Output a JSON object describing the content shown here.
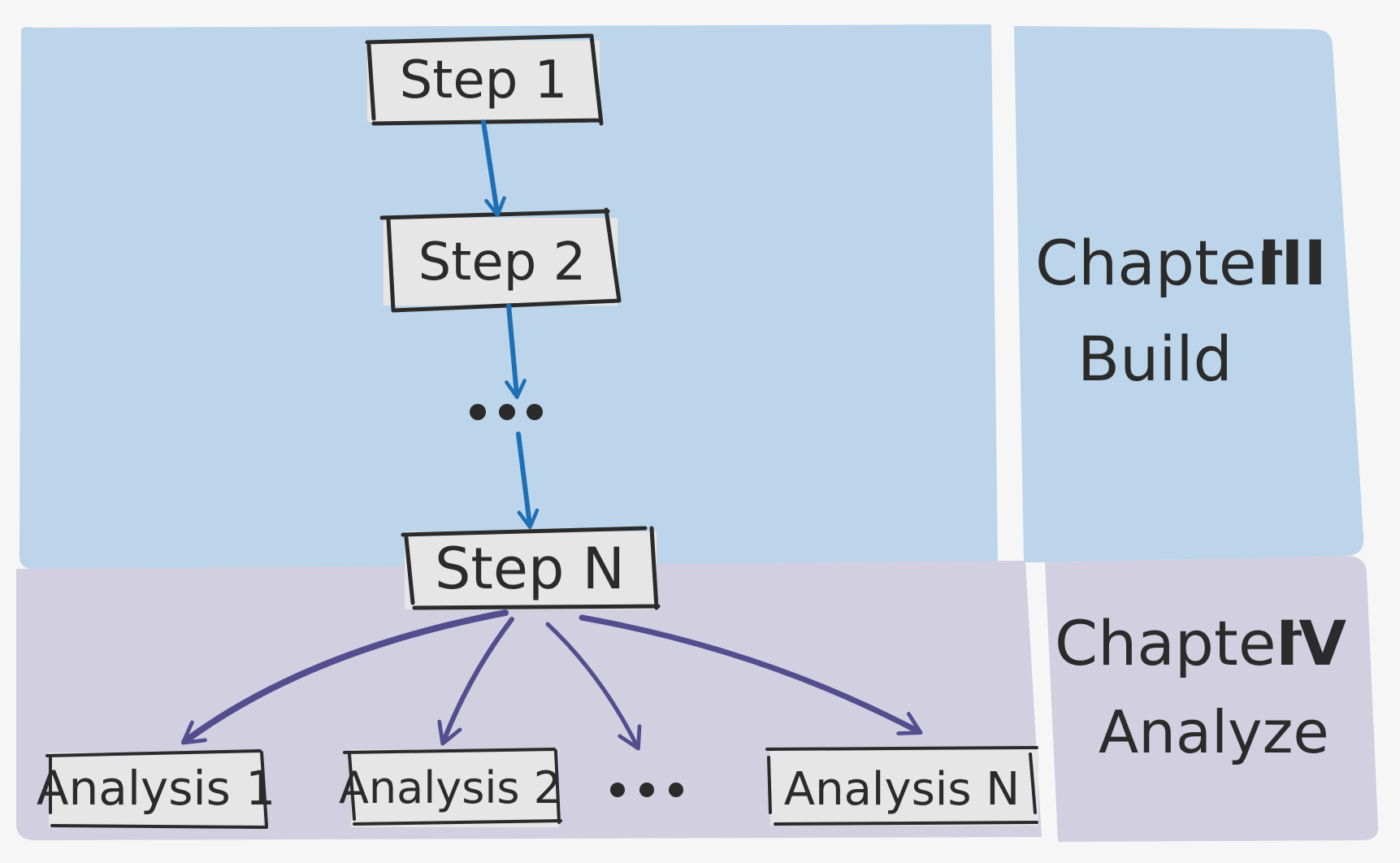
{
  "colors": {
    "background": "#f7f6f6",
    "build_region": "#bdd5ea",
    "analyze_region": "#d1cfe0",
    "box_fill": "#e6e6e6",
    "ink": "#2b2b2b",
    "build_arrow": "#1f6fb5",
    "analyze_arrow": "#544d8e"
  },
  "build_steps": [
    {
      "label": "Step 1"
    },
    {
      "label": "Step 2"
    },
    {
      "label": "..."
    },
    {
      "label": "Step N"
    }
  ],
  "analyses": [
    {
      "label": "Analysis 1"
    },
    {
      "label": "Analysis 2"
    },
    {
      "label": "..."
    },
    {
      "label": "Analysis N"
    }
  ],
  "chapters": [
    {
      "numeral": "III",
      "prefix": "Chapter",
      "name": "Build"
    },
    {
      "numeral": "IV",
      "prefix": "Chapter",
      "name": "Analyze"
    }
  ]
}
